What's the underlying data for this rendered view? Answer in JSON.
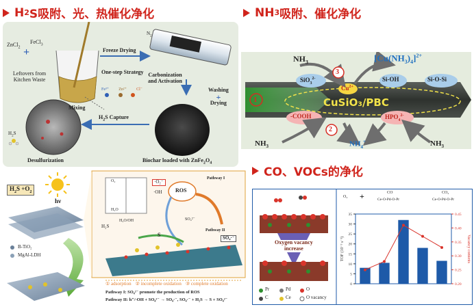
{
  "headings": {
    "h2s": [
      "H",
      "2",
      "S吸附、光、热催化净化"
    ],
    "nh3": [
      "NH",
      "3",
      "吸附、催化净化"
    ],
    "co": [
      "CO、VOCs的净化"
    ]
  },
  "h2s_panel": {
    "zncl2": [
      "ZnCl",
      "2"
    ],
    "fecl3": [
      "FeCl",
      "3"
    ],
    "plus": "+",
    "leftovers": [
      "Leftovers from",
      "Kitchen Waste"
    ],
    "mixing": "Mixing",
    "ions": [
      "Fe³⁺",
      "Zn²⁺",
      "Cl⁻"
    ],
    "freeze_drying": "Freeze Drying",
    "one_step": "One-step Strategy",
    "n2": [
      "N",
      "2"
    ],
    "carbonization": [
      "Carbonization",
      "and Activation"
    ],
    "washing": "Washing",
    "drying": "Drying",
    "h2s_capture": [
      "H",
      "2",
      "S Capture"
    ],
    "h2s_mol": [
      "H",
      "2",
      "S"
    ],
    "desulfurization": "Desulfurization",
    "biochar": [
      "Biochar loaded with ZnFe",
      "2",
      "O",
      "4"
    ]
  },
  "nh3_panel": {
    "nh3_left_top": [
      "NH",
      "3"
    ],
    "complex": [
      "[Cu(NH",
      "3",
      ")",
      "4",
      "]",
      "2+"
    ],
    "sio3": [
      "SiO",
      "3",
      "2-"
    ],
    "sioh": "Si-OH",
    "siosi": "Si-O-Si",
    "cu": [
      "Cu",
      "2+"
    ],
    "title": "CuSiO₃/PBC",
    "cooh": "-COOH",
    "hpo4": [
      "HPO",
      "4",
      "2-"
    ],
    "nh3_bot_left": [
      "NH",
      "3"
    ],
    "nh4": [
      "NH",
      "4",
      "+"
    ],
    "nh3_bot_right": [
      "NH",
      "3"
    ],
    "circles": [
      "1",
      "2",
      "3"
    ]
  },
  "photo_panel": {
    "inputs": [
      "H",
      "2",
      "S +O",
      "2"
    ],
    "hv": "hν",
    "legend": [
      "B-TiO₂",
      "MgAl-LDH"
    ],
    "inset_items": [
      "O₂",
      "·O₂⁻",
      "·OH",
      "H₂O",
      "H₂O/OH",
      "ROS",
      "Pathway I",
      "Pathway II",
      "SO₄²⁻",
      "SO₄·⁻",
      "H₂S",
      "S"
    ],
    "legend_steps": [
      "① adsorption",
      "② incomplete oxidation",
      "③ complete oxidation"
    ],
    "pathway1": "Pathway I: SO₄²⁻ promote the production of ROS",
    "pathway2": "Pathway II: h⁺/·OH + SO₄²⁻ → SO₄·⁻,  SO₄·⁻ + H₂S → S + SO₄²⁻"
  },
  "co_panel": {
    "ov_label": [
      "Oxygen vacancy",
      "increase"
    ],
    "legend": [
      "Pr",
      "Pd",
      "O",
      "C",
      "Ce",
      "O vacancy"
    ],
    "top_labels": [
      "O₂",
      "+",
      "CO",
      "Ce-O-Pd-O-Pr",
      "CO₂",
      "Ce-O-Pd-O-Pr"
    ],
    "colors": {
      "bar": "#1e5aa8",
      "line": "#d9342b",
      "frame": "#1e5aa8"
    }
  },
  "chart_data": {
    "type": "bar",
    "ylabel": "TOF (10⁻³ s⁻¹)",
    "y2label": "Vacancy contents",
    "ylim": [
      0,
      35
    ],
    "y2lim": [
      0.2,
      0.45
    ],
    "yticks": [
      0,
      5,
      10,
      15,
      20,
      25,
      30,
      35
    ],
    "y2ticks": [
      0.2,
      0.25,
      0.3,
      0.35,
      0.4,
      0.45
    ],
    "values": [
      8,
      10.5,
      32,
      18,
      11.5
    ],
    "line_values": [
      0.25,
      0.28,
      0.41,
      0.37,
      0.33
    ]
  }
}
